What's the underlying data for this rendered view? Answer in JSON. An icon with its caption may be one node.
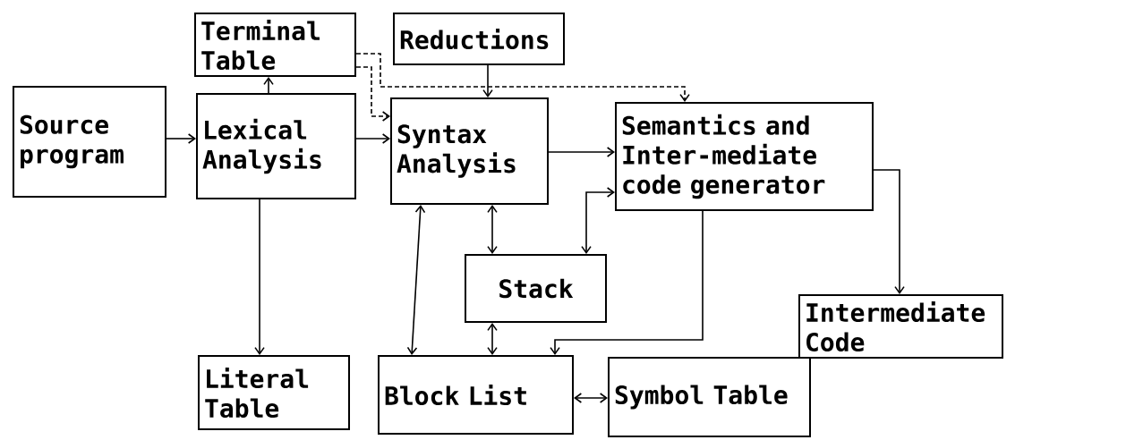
{
  "diagram": {
    "nodes": [
      {
        "text": [
          "Terminal Table"
        ]
      },
      {
        "text": [
          "Reductions"
        ]
      },
      {
        "text": [
          "Source program"
        ]
      },
      {
        "text": [
          "Lexical Analysis"
        ]
      },
      {
        "text": [
          "Syntax Analysis"
        ]
      },
      {
        "text": [
          "Semantics and Inter-mediate code generator"
        ]
      },
      {
        "text": [
          "Stack"
        ]
      },
      {
        "text": [
          "Intermediate Code"
        ]
      },
      {
        "text": [
          "Literal Table"
        ]
      },
      {
        "text": [
          "Block List"
        ]
      },
      {
        "text": [
          "Symbol Table"
        ]
      }
    ],
    "edges": [
      {
        "from": 2,
        "to": 3,
        "arrow": "to"
      },
      {
        "from": 3,
        "to": 0,
        "arrow": "to"
      },
      {
        "from": 3,
        "to": 4,
        "arrow": "to"
      },
      {
        "from": 3,
        "to": 8,
        "arrow": "to"
      },
      {
        "from": 0,
        "to": 4,
        "arrow": "to",
        "style": "dashed"
      },
      {
        "from": 0,
        "to": 5,
        "arrow": "to",
        "style": "dashed"
      },
      {
        "from": 1,
        "to": 4,
        "arrow": "to"
      },
      {
        "from": 4,
        "to": 5,
        "arrow": "to"
      },
      {
        "from": 4,
        "to": 6,
        "arrow": "both"
      },
      {
        "from": 4,
        "to": 9,
        "arrow": "both"
      },
      {
        "from": 5,
        "to": 6,
        "arrow": "both"
      },
      {
        "from": 5,
        "to": 9,
        "arrow": "to"
      },
      {
        "from": 5,
        "to": 7,
        "arrow": "to"
      },
      {
        "from": 6,
        "to": 9,
        "arrow": "both"
      },
      {
        "from": 9,
        "to": 10,
        "arrow": "both"
      }
    ]
  }
}
